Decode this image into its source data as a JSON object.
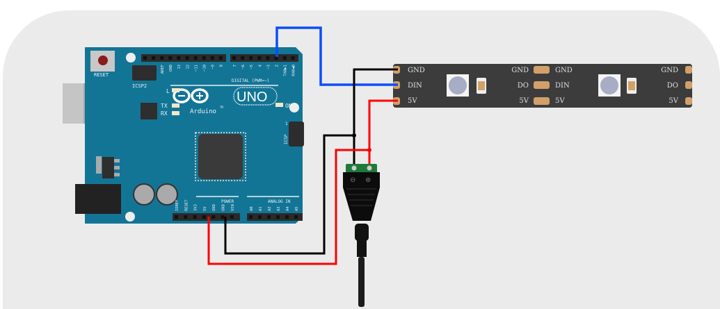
{
  "arduino": {
    "reset_label": "RESET",
    "icsp2_label": "ICSP2",
    "icsp_label": "ICSP",
    "icsp_pin1": "1",
    "brand": "Arduino",
    "tm": "TM",
    "model": "UNO",
    "led_l": "L",
    "led_tx": "TX",
    "led_rx": "RX",
    "led_on": "ON",
    "digital_label": "DIGITAL (PWM=~)",
    "power_label": "POWER",
    "analog_label": "ANALOG IN",
    "top_pins_left": [
      "AREF",
      "GND",
      "13",
      "12",
      "~11",
      "~10",
      "~9",
      "8"
    ],
    "top_pins_right": [
      "7",
      "~6",
      "~5",
      "4",
      "~3",
      "2",
      "TX0▶1",
      "RX0◀0"
    ],
    "power_pins": [
      "IOREF",
      "RESET",
      "3V3",
      "5V",
      "GND",
      "GND",
      "VIN"
    ],
    "analog_pins": [
      "A0",
      "A1",
      "A2",
      "A3",
      "A4",
      "A5"
    ]
  },
  "strip": {
    "seg1_in": [
      "GND",
      "DIN",
      "5V"
    ],
    "seg1_out": [
      "GND",
      "DO",
      "5V"
    ],
    "seg2_in": [
      "GND",
      "DIN",
      "5V"
    ],
    "seg2_out": [
      "GND",
      "DO",
      "5V"
    ]
  },
  "connector": {
    "minus": "⊖",
    "plus": "⊕"
  },
  "colors": {
    "data_wire": "#0a4dff",
    "gnd_wire": "#000000",
    "vcc_wire": "#ff0000",
    "pcb": "#137596",
    "strip": "#3c3c3c",
    "pad": "#d3a06a"
  }
}
